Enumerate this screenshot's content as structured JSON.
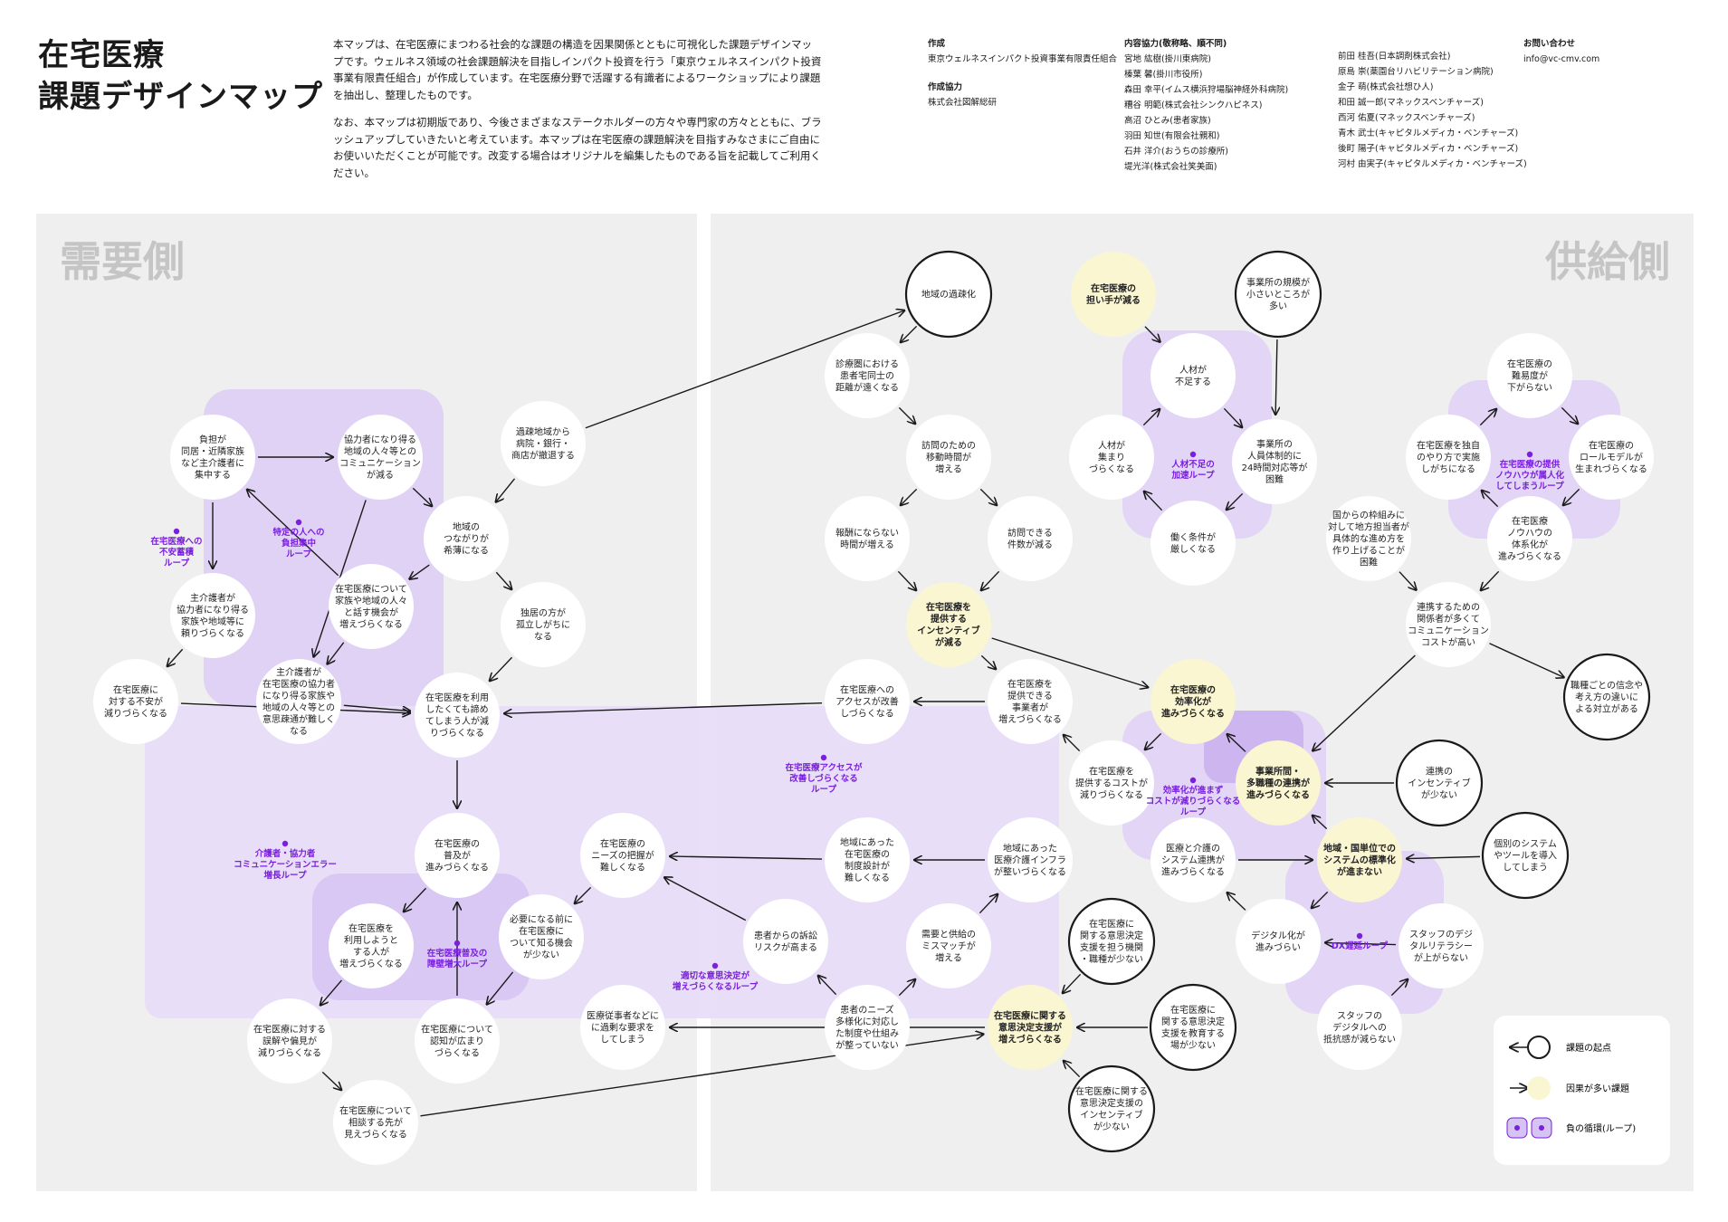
{
  "title": [
    "在宅医療",
    "課題デザインマップ"
  ],
  "intro": [
    "本マップは、在宅医療にまつわる社会的な課題の構造を因果関係とともに可視化した課題デザインマップです。ウェルネス領域の社会課題解決を目指しインパクト投資を行う「東京ウェルネスインパクト投資事業有限責任組合」が作成しています。在宅医療分野で活躍する有識者によるワークショップにより課題を抽出し、整理したものです。",
    "なお、本マップは初期版であり、今後さまざまなステークホルダーの方々や専門家の方々とともに、ブラッシュアップしていきたいと考えています。本マップは在宅医療の課題解決を目指すみなさまにご自由にお使いいただくことが可能です。改変する場合はオリジナルを編集したものである旨を記載してご利用ください。"
  ],
  "credits": {
    "author_heading": "作成",
    "author": "東京ウェルネスインパクト投資事業有限責任組合",
    "cooperation_heading": "作成協力",
    "cooperation": "株式会社図解総研",
    "contrib_heading": "内容協力(敬称略、順不同)",
    "contributors_left": [
      "宮地 紘樹(掛川東病院)",
      "榛葉 馨(掛川市役所)",
      "森田 幸平(イムス横浜狩場脳神経外科病院)",
      "糟谷 明範(株式会社シンクハピネス)",
      "高沼 ひとみ(患者家族)",
      "羽田 知世(有限会社親和)",
      "石井 洋介(おうちの診療所)",
      "堤光洋(株式会社笑美面)"
    ],
    "contributors_right": [
      "前田 桂吾(日本調剤株式会社)",
      "原島 崇(薬園台リハビリテーション病院)",
      "金子 萌(株式会社想ひ人)",
      "和田 誠一郎(マネックスベンチャーズ)",
      "西河 佑夏(マネックスベンチャーズ)",
      "青木 武士(キャピタルメディカ・ベンチャーズ)",
      "後町 陽子(キャピタルメディカ・ベンチャーズ)",
      "河村 由実子(キャピタルメディカ・ベンチャーズ)"
    ],
    "contact_heading": "お問い合わせ",
    "contact": "info@vc-cmv.com"
  },
  "sides": {
    "demand": "需要側",
    "supply": "供給側"
  },
  "nodes": [
    {
      "id": "n1",
      "text": [
        "負担が",
        "同居・近隣家族",
        "など主介護者に",
        "集中する"
      ]
    },
    {
      "id": "n2",
      "text": [
        "協力者になり得る",
        "地域の人々等との",
        "コミュニケーション",
        "が減る"
      ]
    },
    {
      "id": "n3",
      "text": [
        "過疎地域から",
        "病院・銀行・",
        "商店が撤退する"
      ]
    },
    {
      "id": "n4",
      "text": [
        "地域の",
        "つながりが",
        "希薄になる"
      ]
    },
    {
      "id": "n5",
      "text": [
        "主介護者が",
        "協力者になり得る",
        "家族や地域等に",
        "頼りづらくなる"
      ]
    },
    {
      "id": "n6",
      "text": [
        "在宅医療について",
        "家族や地域の人々",
        "と話す機会が",
        "増えづらくなる"
      ]
    },
    {
      "id": "n7",
      "text": [
        "独居の方が",
        "孤立しがちに",
        "なる"
      ]
    },
    {
      "id": "n8",
      "text": [
        "在宅医療に",
        "対する不安が",
        "減りづらくなる"
      ]
    },
    {
      "id": "n9",
      "text": [
        "主介護者が",
        "在宅医療の協力者",
        "になり得る家族や",
        "地域の人々等との",
        "意思疎通が難しく",
        "なる"
      ]
    },
    {
      "id": "n10",
      "text": [
        "在宅医療を利用",
        "したくても諦め",
        "てしまう人が減",
        "りづらくなる"
      ]
    },
    {
      "id": "n11",
      "text": [
        "在宅医療の",
        "普及が",
        "進みづらくなる"
      ]
    },
    {
      "id": "n12",
      "text": [
        "在宅医療の",
        "ニーズの把握が",
        "難しくなる"
      ]
    },
    {
      "id": "n13",
      "text": [
        "在宅医療を",
        "利用しようと",
        "する人が",
        "増えづらくなる"
      ]
    },
    {
      "id": "n14",
      "text": [
        "必要になる前に",
        "在宅医療に",
        "ついて知る機会",
        "が少ない"
      ]
    },
    {
      "id": "n15",
      "text": [
        "在宅医療に対する",
        "誤解や偏見が",
        "減りづらくなる"
      ]
    },
    {
      "id": "n16",
      "text": [
        "在宅医療について",
        "認知が広まり",
        "づらくなる"
      ]
    },
    {
      "id": "n17",
      "text": [
        "医療従事者などに",
        "に過剰な要求を",
        "してしまう"
      ]
    },
    {
      "id": "n18",
      "text": [
        "在宅医療について",
        "相談する先が",
        "見えづらくなる"
      ]
    },
    {
      "id": "s1",
      "text": [
        "地域の過疎化"
      ]
    },
    {
      "id": "s2",
      "text": [
        "在宅医療の",
        "担い手が減る"
      ]
    },
    {
      "id": "s3",
      "text": [
        "事業所の規模が",
        "小さいところが",
        "多い"
      ]
    },
    {
      "id": "s4",
      "text": [
        "診療圏における",
        "患者宅同士の",
        "距離が遠くなる"
      ]
    },
    {
      "id": "s5",
      "text": [
        "人材が",
        "不足する"
      ]
    },
    {
      "id": "s6",
      "text": [
        "訪問のための",
        "移動時間が",
        "増える"
      ]
    },
    {
      "id": "s7",
      "text": [
        "人材が",
        "集まり",
        "づらくなる"
      ]
    },
    {
      "id": "s8",
      "text": [
        "事業所の",
        "人員体制的に",
        "24時間対応等が",
        "困難"
      ]
    },
    {
      "id": "s9",
      "text": [
        "報酬にならない",
        "時間が増える"
      ]
    },
    {
      "id": "s10",
      "text": [
        "訪問できる",
        "件数が減る"
      ]
    },
    {
      "id": "s11",
      "text": [
        "働く条件が",
        "厳しくなる"
      ]
    },
    {
      "id": "s12",
      "text": [
        "在宅医療を",
        "提供する",
        "インセンティブ",
        "が減る"
      ]
    },
    {
      "id": "s13",
      "text": [
        "在宅医療の",
        "難易度が",
        "下がらない"
      ]
    },
    {
      "id": "s14",
      "text": [
        "在宅医療を独自",
        "のやり方で実施",
        "しがちになる"
      ]
    },
    {
      "id": "s15",
      "text": [
        "在宅医療の",
        "ロールモデルが",
        "生まれづらくなる"
      ]
    },
    {
      "id": "s16",
      "text": [
        "国からの枠組みに",
        "対して地方担当者が",
        "具体的な進め方を",
        "作り上げることが",
        "困難"
      ]
    },
    {
      "id": "s17",
      "text": [
        "在宅医療",
        "ノウハウの",
        "体系化が",
        "進みづらくなる"
      ]
    },
    {
      "id": "s18",
      "text": [
        "連携するための",
        "関係者が多くて",
        "コミュニケーション",
        "コストが高い"
      ]
    },
    {
      "id": "s19",
      "text": [
        "職種ごとの信念や",
        "考え方の違いに",
        "よる対立がある"
      ]
    },
    {
      "id": "s20",
      "text": [
        "在宅医療への",
        "アクセスが改善",
        "しづらくなる"
      ]
    },
    {
      "id": "s21",
      "text": [
        "在宅医療を",
        "提供できる",
        "事業者が",
        "増えづらくなる"
      ]
    },
    {
      "id": "s22",
      "text": [
        "在宅医療の",
        "効率化が",
        "進みづらくなる"
      ]
    },
    {
      "id": "s23",
      "text": [
        "在宅医療を",
        "提供するコストが",
        "減りづらくなる"
      ]
    },
    {
      "id": "s24",
      "text": [
        "事業所間・",
        "多職種の連携が",
        "進みづらくなる"
      ]
    },
    {
      "id": "s25",
      "text": [
        "連携の",
        "インセンティブ",
        "が少ない"
      ]
    },
    {
      "id": "s26",
      "text": [
        "地域にあった",
        "在宅医療の",
        "制度設計が",
        "難しくなる"
      ]
    },
    {
      "id": "s27",
      "text": [
        "地域にあった",
        "医療介護インフラ",
        "が整いづらくなる"
      ]
    },
    {
      "id": "s28",
      "text": [
        "医療と介護の",
        "システム連携が",
        "進みづらくなる"
      ]
    },
    {
      "id": "s29",
      "text": [
        "地域・国単位での",
        "システムの標準化",
        "が進まない"
      ]
    },
    {
      "id": "s30",
      "text": [
        "個別のシステム",
        "やツールを導入",
        "してしまう"
      ]
    },
    {
      "id": "s31",
      "text": [
        "患者からの訴訟",
        "リスクが高まる"
      ]
    },
    {
      "id": "s32",
      "text": [
        "需要と供給の",
        "ミスマッチが",
        "増える"
      ]
    },
    {
      "id": "s33",
      "text": [
        "在宅医療に",
        "関する意思決定",
        "支援を担う機関",
        "・職種が少ない"
      ]
    },
    {
      "id": "s34",
      "text": [
        "デジタル化が",
        "進みづらい"
      ]
    },
    {
      "id": "s35",
      "text": [
        "スタッフのデジ",
        "タルリテラシー",
        "が上がらない"
      ]
    },
    {
      "id": "s36",
      "text": [
        "患者のニーズ",
        "多様化に対応し",
        "た制度や仕組み",
        "が整っていない"
      ]
    },
    {
      "id": "s37",
      "text": [
        "在宅医療に関する",
        "意思決定支援が",
        "増えづらくなる"
      ]
    },
    {
      "id": "s38",
      "text": [
        "在宅医療に",
        "関する意思決定",
        "支援を教育する",
        "場が少ない"
      ]
    },
    {
      "id": "s39",
      "text": [
        "スタッフの",
        "デジタルへの",
        "抵抗感が減らない"
      ]
    },
    {
      "id": "s40",
      "text": [
        "在宅医療に関する",
        "意思決定支援の",
        "インセンティブ",
        "が少ない"
      ]
    }
  ],
  "loops": [
    {
      "id": "L1",
      "text": [
        "在宅医療への",
        "不安蓄積",
        "ループ"
      ]
    },
    {
      "id": "L2",
      "text": [
        "特定の人への",
        "負担集中",
        "ループ"
      ]
    },
    {
      "id": "L3",
      "text": [
        "介護者・協力者",
        "コミュニケーションエラー",
        "増長ループ"
      ]
    },
    {
      "id": "L4",
      "text": [
        "在宅医療普及の",
        "障壁増大ループ"
      ]
    },
    {
      "id": "L5",
      "text": [
        "適切な意思決定が",
        "増えづらくなるループ"
      ]
    },
    {
      "id": "L6",
      "text": [
        "在宅医療アクセスが",
        "改善しづらくなる",
        "ループ"
      ]
    },
    {
      "id": "L7",
      "text": [
        "人材不足の",
        "加速ループ"
      ]
    },
    {
      "id": "L8",
      "text": [
        "在宅医療の提供",
        "ノウハウが属人化",
        "してしまうループ"
      ]
    },
    {
      "id": "L9",
      "text": [
        "効率化が進まず",
        "コストが減りづらくなる",
        "ループ"
      ]
    },
    {
      "id": "L10",
      "text": [
        "DX遅延ループ"
      ]
    }
  ],
  "legend": {
    "origin": "課題の起点",
    "many_causes": "因果が多い課題",
    "loop": "負の循環(ループ)"
  },
  "colors": {
    "loop_fill": "#e7dcf7",
    "loop_fill_dark": "#d5c3f2",
    "accent": "#7a1ee0",
    "highlight": "#fbf6d2",
    "panel": "#efefef"
  }
}
